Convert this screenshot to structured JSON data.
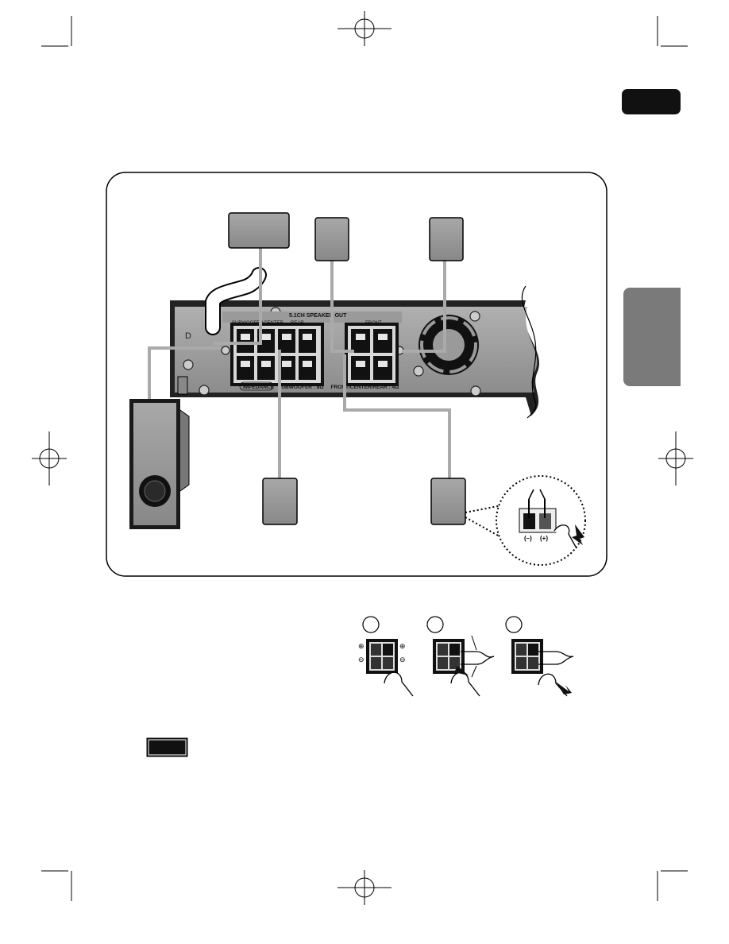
{
  "panel": {
    "header_label": "5.1CH SPEAKER OUT",
    "group_labels": [
      "SUBWOOFER",
      "CENTER",
      "REAR",
      "FRONT"
    ],
    "impedance_label": "IMPEDANCE",
    "impedance_values": "SUBWOOFER : 8Ω     FRONT/CENTER/REAR : 4Ω"
  },
  "inset": {
    "minus_label": "(–)",
    "plus_label": "(+)"
  },
  "colors": {
    "speaker_box": "#8f8f8f",
    "panel": "#9a9a9a",
    "wire": "#aaaaaa",
    "tab": "#7a7a7a",
    "page_tab": "#111111"
  },
  "icons": [
    "corner-crop-mark",
    "registration-mark",
    "finger-press-icon",
    "arrow-icon",
    "screw-icon",
    "fan-icon"
  ]
}
